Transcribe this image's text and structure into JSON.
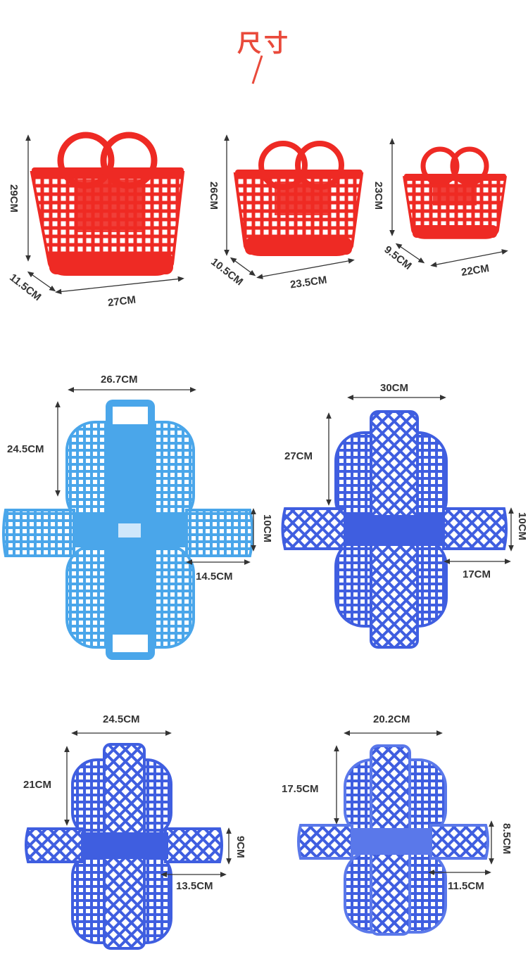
{
  "title": "尺寸",
  "colors": {
    "title": "#e94a3b",
    "basket_red": "#ee2a24",
    "light_blue": "#4aa6ea",
    "royal_blue": "#3f5ee0",
    "dim_text": "#333333"
  },
  "baskets": [
    {
      "height": "29CM",
      "depth": "11.5CM",
      "width": "27CM"
    },
    {
      "height": "26CM",
      "depth": "10.5CM",
      "width": "23.5CM"
    },
    {
      "height": "23CM",
      "depth": "9.5CM",
      "width": "22CM"
    }
  ],
  "flats": [
    {
      "width": "26.7CM",
      "height": "24.5CM",
      "side_h": "10CM",
      "side_w": "14.5CM"
    },
    {
      "width": "30CM",
      "height": "27CM",
      "side_h": "10CM",
      "side_w": "17CM"
    },
    {
      "width": "24.5CM",
      "height": "21CM",
      "side_h": "9CM",
      "side_w": "13.5CM"
    },
    {
      "width": "20.2CM",
      "height": "17.5CM",
      "side_h": "8.5CM",
      "side_w": "11.5CM"
    }
  ]
}
